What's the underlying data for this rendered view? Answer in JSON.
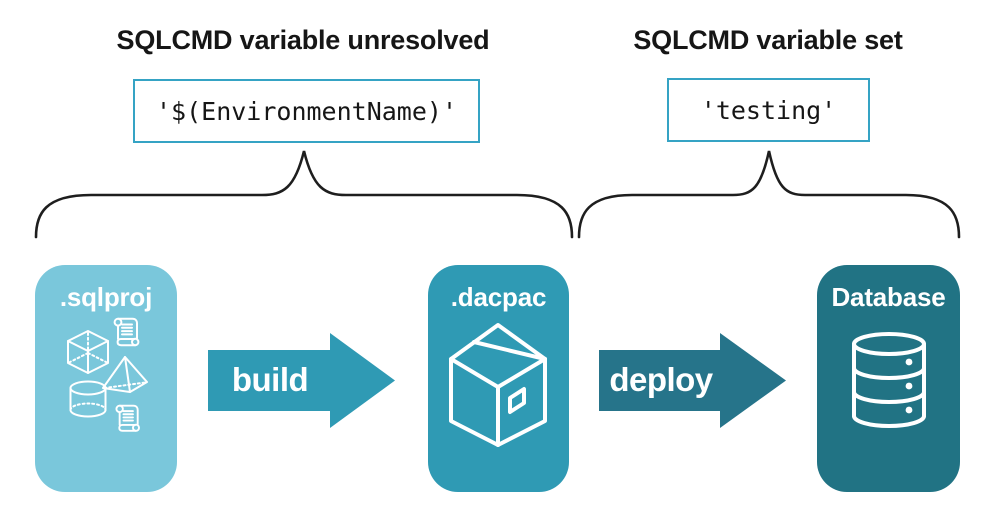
{
  "colors": {
    "sqlproj_fill": "#7AC7DB",
    "dacpac_fill": "#2F9AB4",
    "database_fill": "#217384",
    "build_arrow_fill": "#2F9AB4",
    "deploy_arrow_fill": "#26748A",
    "code_border": "#35A3C4",
    "text_dark": "#161616",
    "brace_stroke": "#1E1E1E",
    "icon_stroke": "#FFFFFF"
  },
  "annotations": {
    "left": {
      "heading": "SQLCMD variable unresolved",
      "code": "'$(EnvironmentName)'"
    },
    "right": {
      "heading": "SQLCMD variable set",
      "code": "'testing'"
    }
  },
  "pipeline": {
    "stages": [
      {
        "label": ".sqlproj",
        "icon": "sql-project-objects-icon"
      },
      {
        "label": ".dacpac",
        "icon": "package-icon"
      },
      {
        "label": "Database",
        "icon": "database-icon"
      }
    ],
    "arrows": [
      {
        "label": "build"
      },
      {
        "label": "deploy"
      }
    ]
  }
}
